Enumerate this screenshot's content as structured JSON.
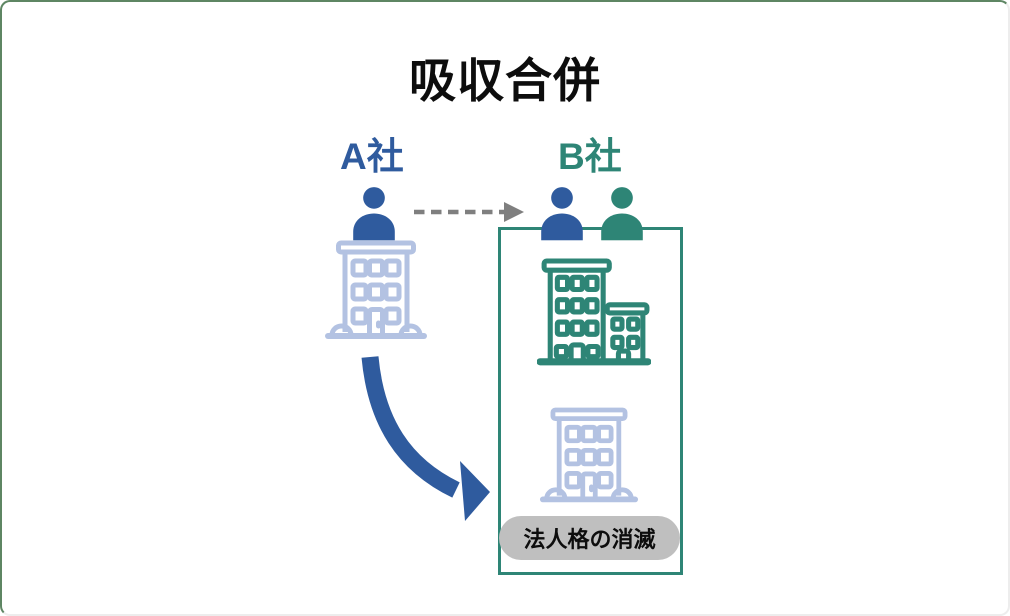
{
  "page": {
    "title": "吸収合併"
  },
  "companies": {
    "a": {
      "label": "A社",
      "role": "absorbed-company"
    },
    "b": {
      "label": "B社",
      "role": "surviving-company"
    }
  },
  "b_box": {
    "badge_label": "法人格の消滅"
  },
  "icons": {
    "person_a": "person-icon",
    "person_b_blue": "person-icon",
    "person_b_teal": "person-icon",
    "building_a": "building-icon",
    "building_b": "building-icon",
    "building_dissolved": "building-icon",
    "transfer_arrow": "dashed-arrow-right-icon",
    "merge_arrow": "curved-arrow-icon"
  },
  "colors": {
    "blue": "#2F5B9E",
    "teal": "#2E8576",
    "faded": "#B3C2E2",
    "gray": "#7F7F7F",
    "badge": "#BFBFBF",
    "border": "#5E8663",
    "ink": "#0D0D0D"
  }
}
